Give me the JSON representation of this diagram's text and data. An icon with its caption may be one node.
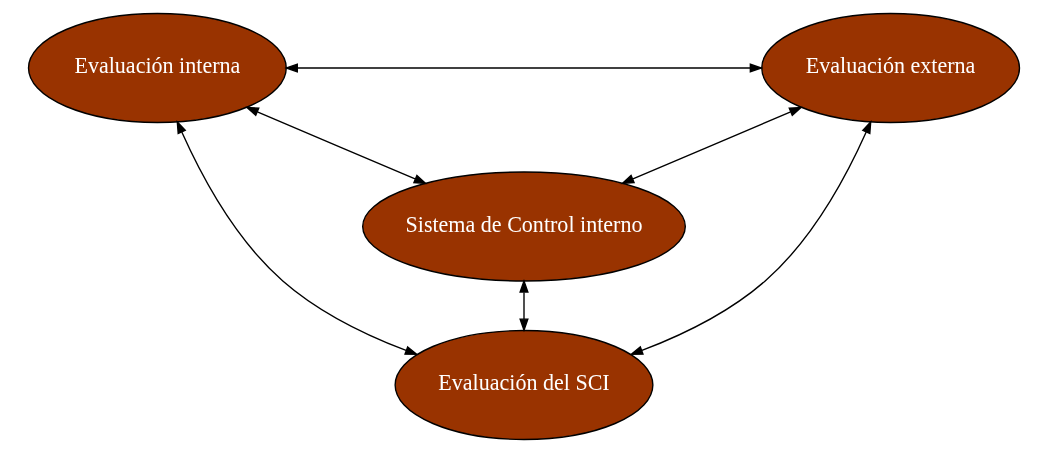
{
  "diagram": {
    "nodes": [
      {
        "text": [
          "Evaluación interna"
        ]
      },
      {
        "text": [
          "Evaluación externa"
        ]
      },
      {
        "text": [
          "Sistema de Control interno"
        ]
      },
      {
        "text": [
          "Evaluación del SCI"
        ]
      }
    ],
    "edges": [
      {
        "from": 0,
        "to": 1,
        "arrow": "both"
      },
      {
        "from": 0,
        "to": 2,
        "arrow": "both"
      },
      {
        "from": 2,
        "to": 1,
        "arrow": "both"
      },
      {
        "from": 0,
        "to": 3,
        "arrow": "both"
      },
      {
        "from": 2,
        "to": 3,
        "arrow": "both"
      },
      {
        "from": 1,
        "to": 3,
        "arrow": "both"
      }
    ]
  }
}
